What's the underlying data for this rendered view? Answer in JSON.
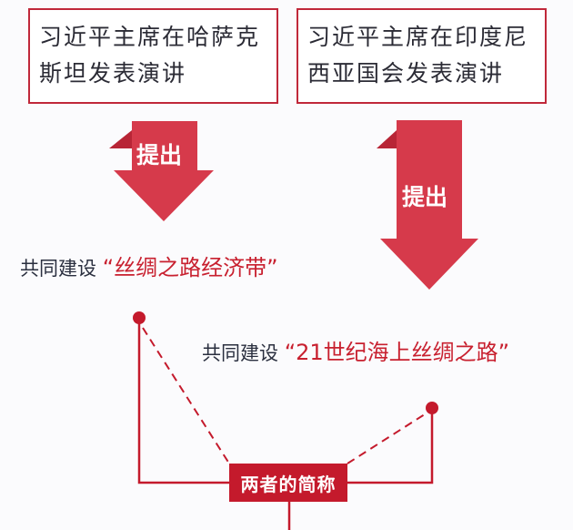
{
  "boxes": [
    {
      "text": "习近平主席在哈萨克斯坦发表演讲"
    },
    {
      "text": "习近平主席在印度尼西亚国会发表演讲"
    }
  ],
  "arrows": [
    {
      "label": "提出"
    },
    {
      "label": "提出"
    }
  ],
  "initiatives": [
    {
      "prefix": "共同建设",
      "name": "“丝绸之路经济带”"
    },
    {
      "prefix": "共同建设",
      "name": "“21世纪海上丝绸之路”"
    }
  ],
  "summary_tag": "两者的简称",
  "colors": {
    "border": "#c0283a",
    "arrow": "#d63a4b",
    "line": "#c41a2c"
  }
}
